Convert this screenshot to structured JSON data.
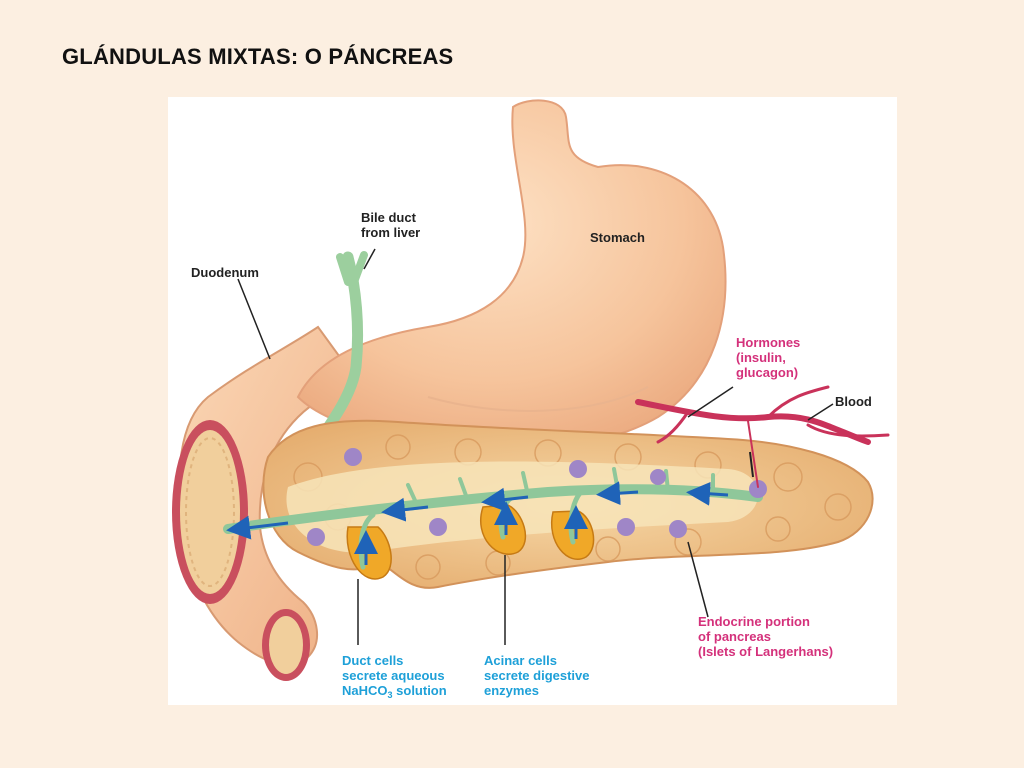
{
  "slide": {
    "title": "GLÁNDULAS MIXTAS: O PÁNCREAS"
  },
  "diagram": {
    "labels": {
      "bile_duct": [
        "Bile duct",
        "from liver"
      ],
      "duodenum": "Duodenum",
      "stomach": "Stomach",
      "hormones": [
        "Hormones",
        "(insulin,",
        "glucagon)"
      ],
      "blood": "Blood",
      "endocrine": [
        "Endocrine portion",
        "of pancreas",
        "(Islets of Langerhans)"
      ],
      "duct_cells": {
        "line1": "Duct cells",
        "line2": "secrete aqueous",
        "line3_pre": "NaHCO",
        "line3_sub": "3",
        "line3_post": " solution"
      },
      "acinar_cells": [
        "Acinar cells",
        "secrete digestive",
        "enzymes"
      ]
    },
    "colors": {
      "stomach": "#f6c49c",
      "duodenum": "#f3bd93",
      "pancreas": "#eab57a",
      "duct": "#8fc79a",
      "arrow": "#1f63b8",
      "islet": "#9f86c7",
      "acini": "#f0a828",
      "blood_vessel": "#c9325a",
      "label_dark": "#222222",
      "label_blue": "#1ea0d8",
      "label_pink": "#d4317b"
    }
  }
}
